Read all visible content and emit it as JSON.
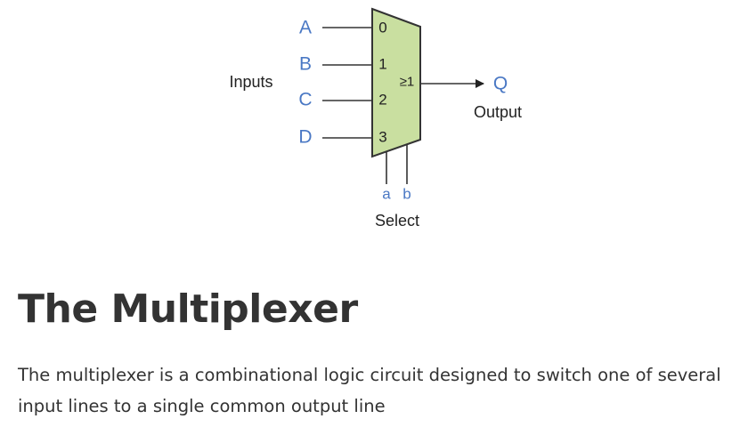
{
  "diagram": {
    "inputs_label": "Inputs",
    "inputs": [
      "A",
      "B",
      "C",
      "D"
    ],
    "input_numbers": [
      "0",
      "1",
      "2",
      "3"
    ],
    "gate_symbol": "≥1",
    "output_name": "Q",
    "output_label": "Output",
    "select_lines": [
      "a",
      "b"
    ],
    "select_label": "Select",
    "colors": {
      "mux_fill": "#c9dfa0",
      "mux_stroke": "#333333",
      "signal_label": "#4a78c4"
    }
  },
  "article": {
    "title": "The Multiplexer",
    "body": "The multiplexer is a combinational logic circuit designed to switch one of several input lines to a single common output line"
  }
}
